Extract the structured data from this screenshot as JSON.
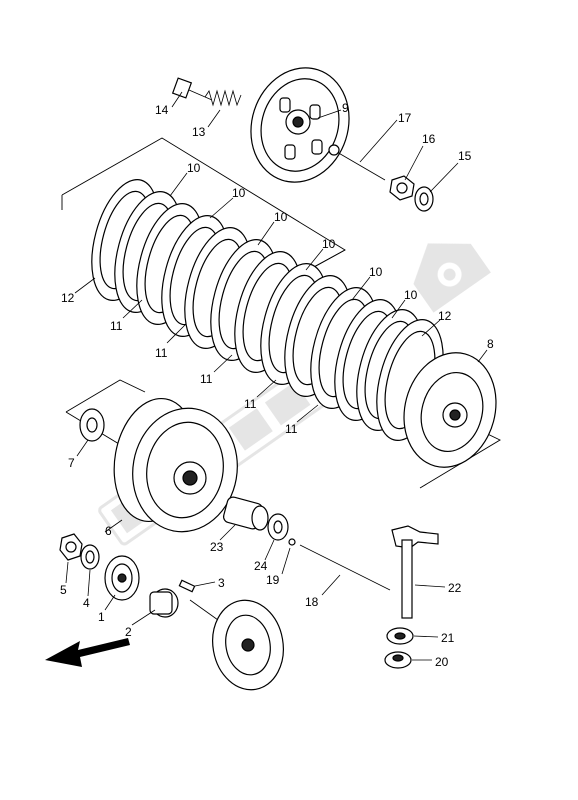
{
  "callouts": {
    "c1": "1",
    "c2": "2",
    "c3": "3",
    "c4": "4",
    "c5": "5",
    "c6": "6",
    "c7": "7",
    "c8": "8",
    "c9": "9",
    "c10a": "10",
    "c10b": "10",
    "c10c": "10",
    "c10d": "10",
    "c10e": "10",
    "c10f": "10",
    "c11a": "11",
    "c11b": "11",
    "c11c": "11",
    "c11d": "11",
    "c11e": "11",
    "c12a": "12",
    "c12b": "12",
    "c13": "13",
    "c14": "14",
    "c15": "15",
    "c16": "16",
    "c17": "17",
    "c18": "18",
    "c19": "19",
    "c20": "20",
    "c21": "21",
    "c22": "22",
    "c23": "23",
    "c24": "24"
  },
  "icons": {
    "direction": "arrow-icon",
    "watermark": "gear-icon"
  }
}
